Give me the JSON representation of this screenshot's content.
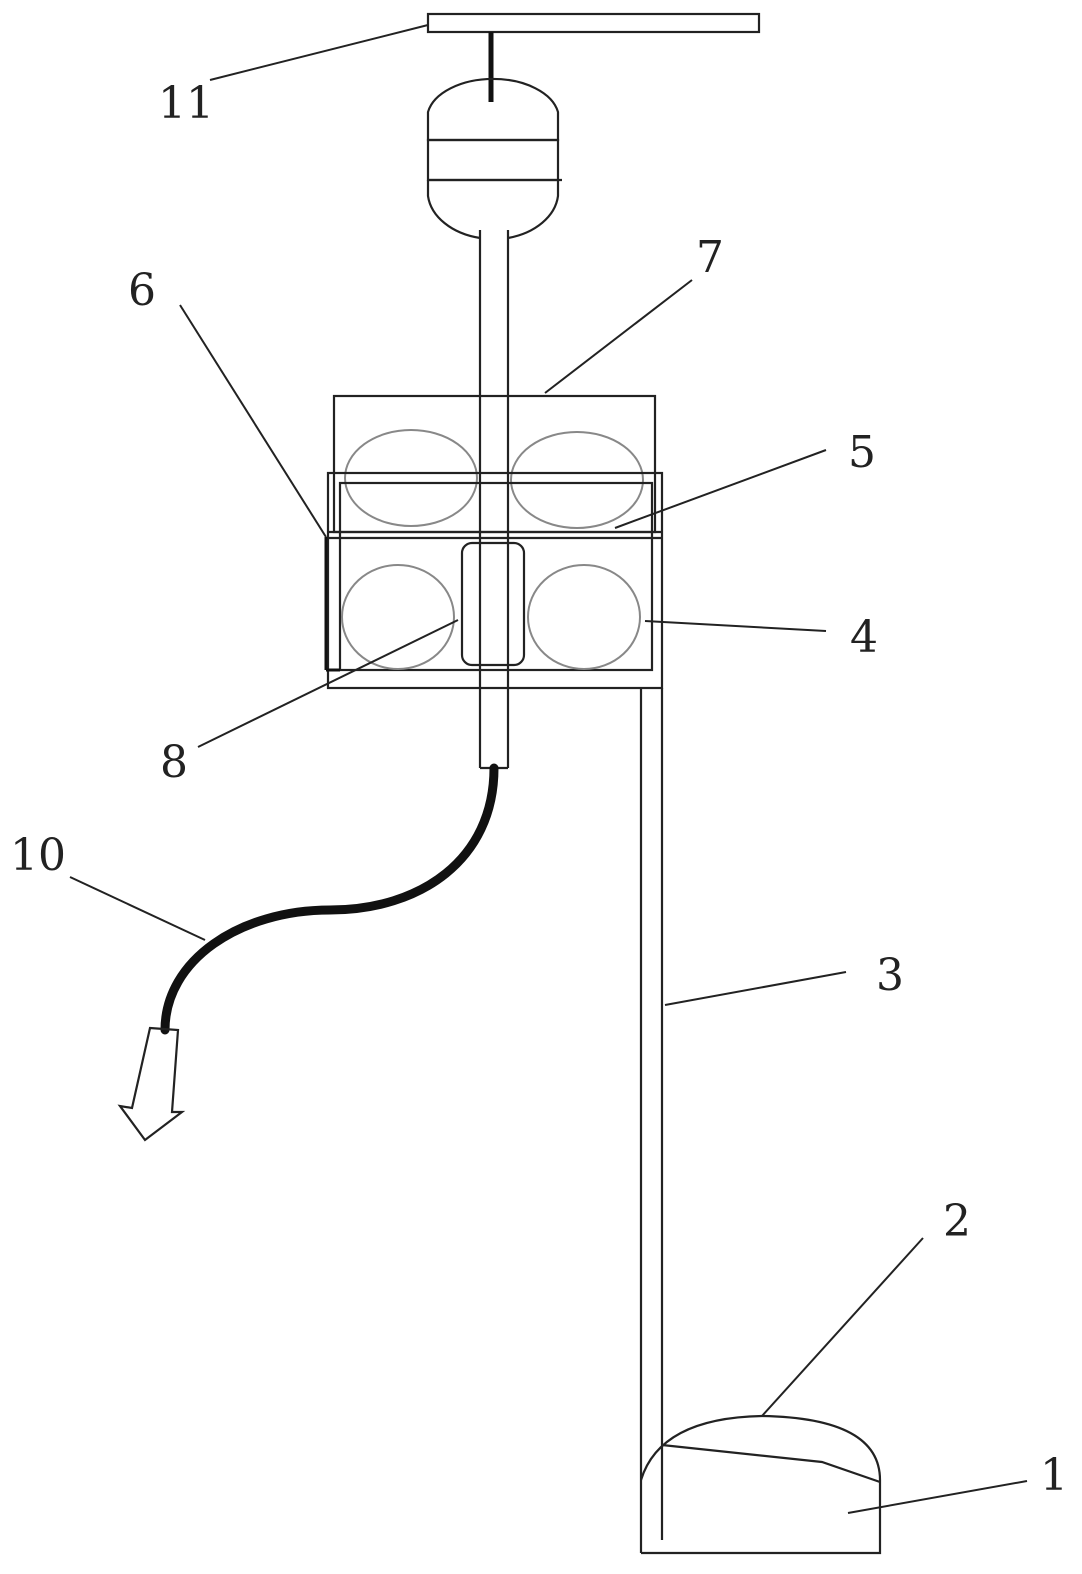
{
  "labels": [
    {
      "id": "1",
      "text": "1"
    },
    {
      "id": "2",
      "text": "2"
    },
    {
      "id": "3",
      "text": "3"
    },
    {
      "id": "4",
      "text": "4"
    },
    {
      "id": "5",
      "text": "5"
    },
    {
      "id": "6",
      "text": "6"
    },
    {
      "id": "7",
      "text": "7"
    },
    {
      "id": "8",
      "text": "8"
    },
    {
      "id": "10",
      "text": "10"
    },
    {
      "id": "11",
      "text": "11"
    }
  ],
  "colors": {
    "line": "#222222",
    "ball_outline": "#888888",
    "background": "#ffffff"
  }
}
